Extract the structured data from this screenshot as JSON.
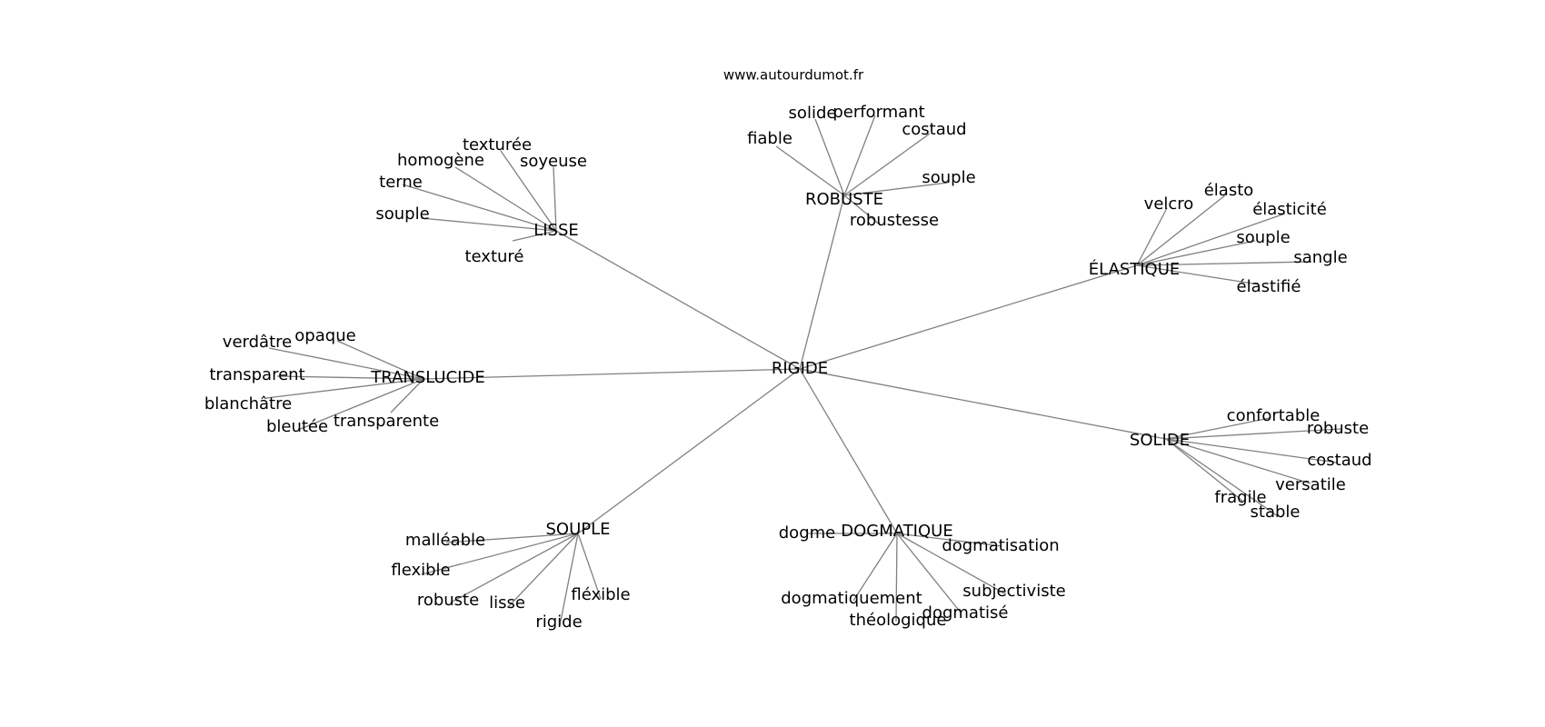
{
  "source": "www.autourdumot.fr",
  "colors": {
    "edge": "#808080",
    "text": "#000000",
    "background": "#ffffff"
  },
  "root": "RIGIDE",
  "clusters": [
    {
      "hub": "LISSE",
      "leaves": [
        "texturée",
        "homogène",
        "soyeuse",
        "terne",
        "souple",
        "texturé"
      ]
    },
    {
      "hub": "ROBUSTE",
      "leaves": [
        "solide",
        "performant",
        "costaud",
        "fiable",
        "souple",
        "robustesse"
      ]
    },
    {
      "hub": "ÉLASTIQUE",
      "leaves": [
        "velcro",
        "élasto",
        "élasticité",
        "souple",
        "sangle",
        "élastifié"
      ]
    },
    {
      "hub": "TRANSLUCIDE",
      "leaves": [
        "opaque",
        "verdâtre",
        "transparent",
        "blanchâtre",
        "bleutée",
        "transparente"
      ]
    },
    {
      "hub": "SOLIDE",
      "leaves": [
        "confortable",
        "robuste",
        "costaud",
        "versatile",
        "fragile",
        "stable"
      ]
    },
    {
      "hub": "SOUPLE",
      "leaves": [
        "malléable",
        "flexible",
        "robuste",
        "lisse",
        "rigide",
        "fléxible"
      ]
    },
    {
      "hub": "DOGMATIQUE",
      "leaves": [
        "dogme",
        "dogmatisation",
        "dogmatiquement",
        "subjectiviste",
        "théologique",
        "dogmatisé"
      ]
    }
  ]
}
